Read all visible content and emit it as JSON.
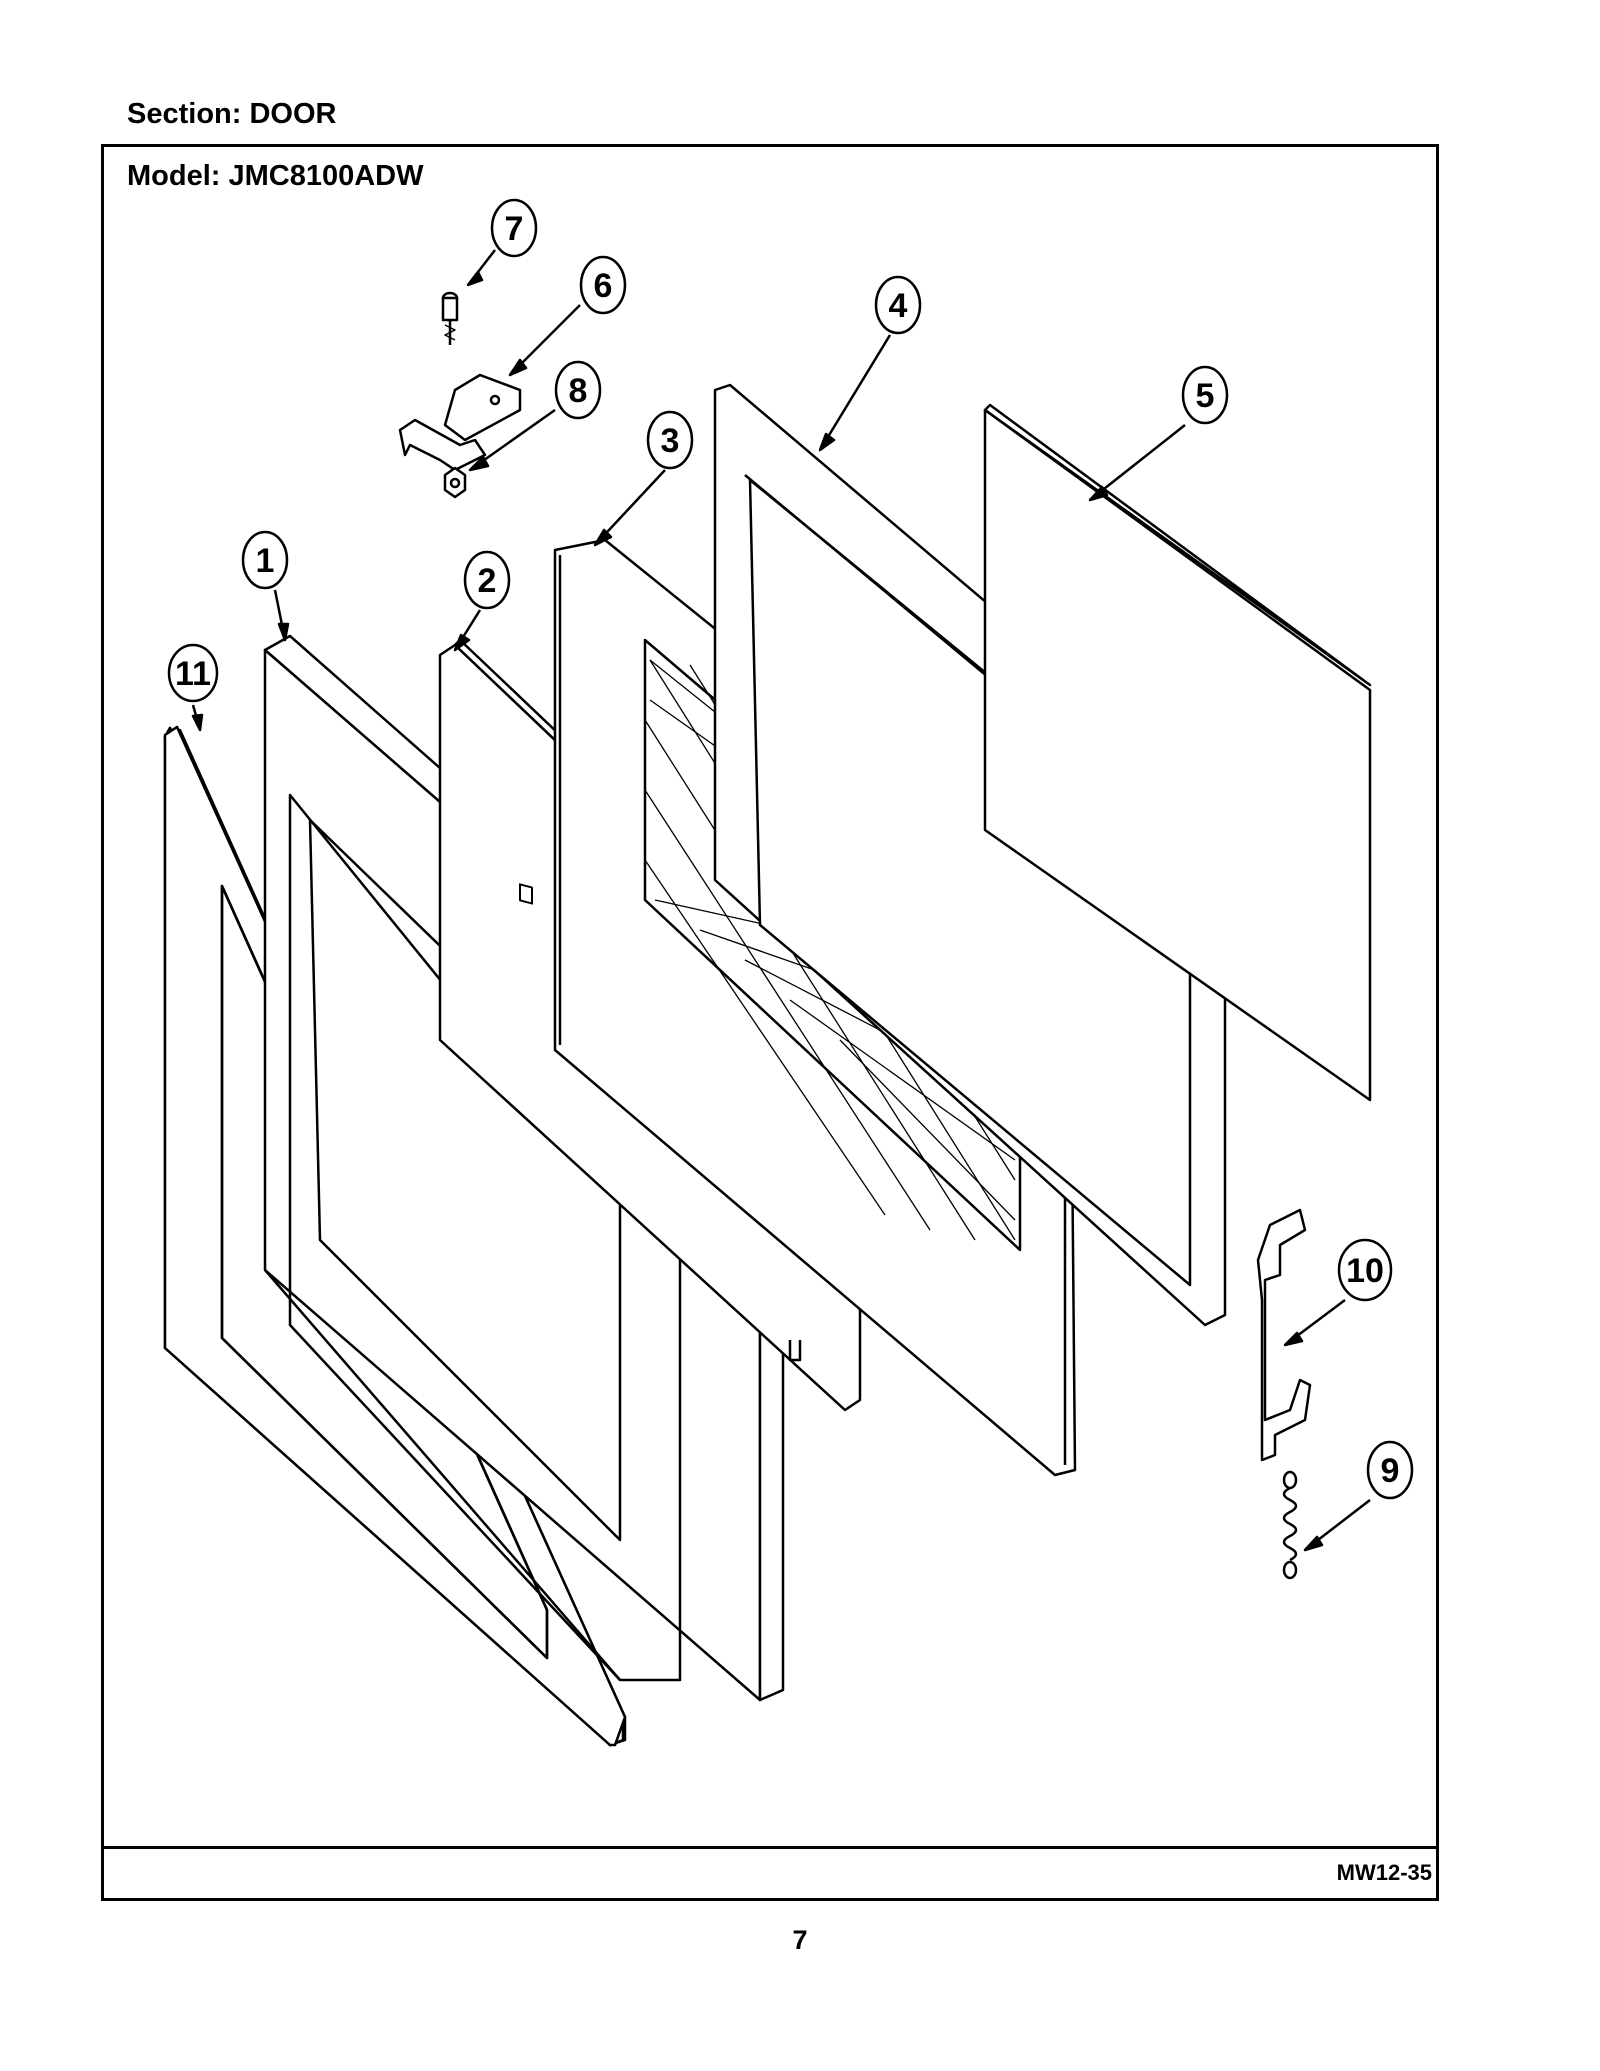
{
  "header": {
    "section": "Section:  DOOR",
    "model": "Model:  JMC8100ADW"
  },
  "footer": {
    "code": "MW12-35",
    "page": "7"
  },
  "callouts": [
    {
      "id": "1",
      "label": "1"
    },
    {
      "id": "2",
      "label": "2"
    },
    {
      "id": "3",
      "label": "3"
    },
    {
      "id": "4",
      "label": "4"
    },
    {
      "id": "5",
      "label": "5"
    },
    {
      "id": "6",
      "label": "6"
    },
    {
      "id": "7",
      "label": "7"
    },
    {
      "id": "8",
      "label": "8"
    },
    {
      "id": "9",
      "label": "9"
    },
    {
      "id": "10",
      "label": "10"
    },
    {
      "id": "11",
      "label": "11"
    }
  ]
}
